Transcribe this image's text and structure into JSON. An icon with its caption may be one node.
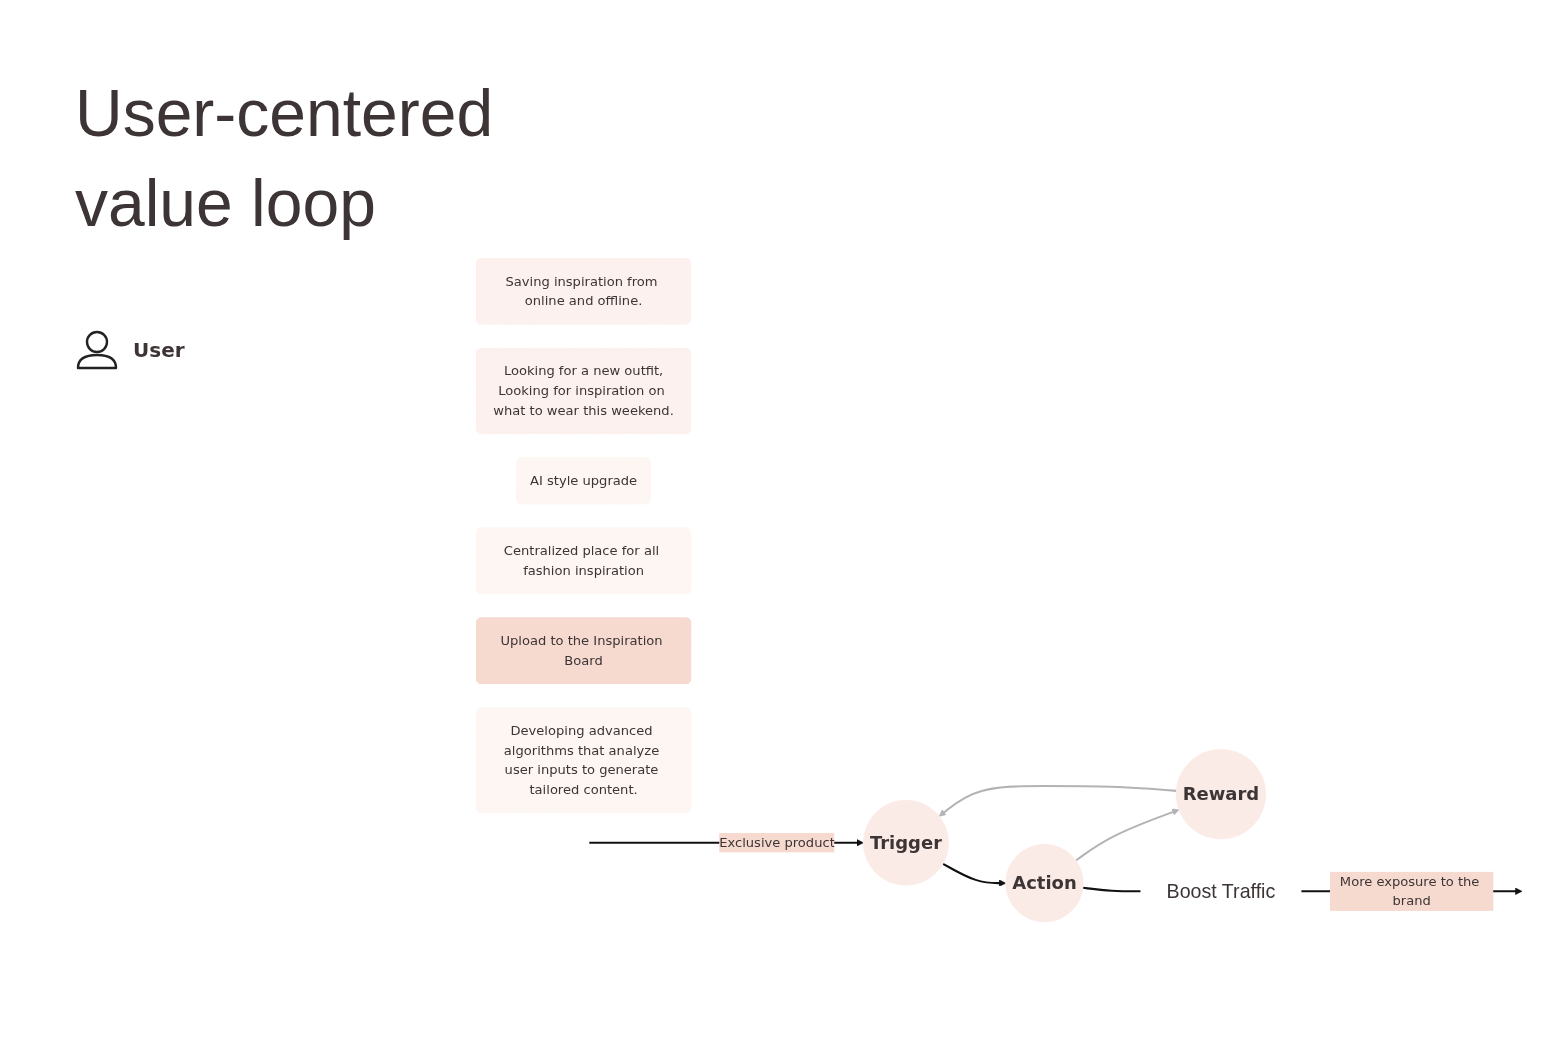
{
  "diagram": {
    "title": "User-centered value loop",
    "nodes": [
      {
        "text": [
          "Saving inspiration from online and offline."
        ]
      },
      {
        "text": [
          "Looking for a new outfit,",
          "Looking for inspiration on what to wear this weekend."
        ]
      },
      {
        "text": [
          "Trigger"
        ]
      },
      {
        "text": [
          "AI style upgrade"
        ]
      },
      {
        "text": [
          "Centralized place for all fashion inspiration"
        ]
      },
      {
        "text": [
          "Reward"
        ]
      },
      {
        "text": [
          "Action"
        ]
      },
      {
        "text": [
          "Upload to the Inspiration Board"
        ]
      },
      {
        "text": [
          "Developing advanced algorithms that analyze user inputs to generate tailored content."
        ]
      },
      {
        "text": [
          "Boost Traffic"
        ]
      }
    ],
    "edges": [
      {
        "from": null,
        "to": 2,
        "arrow": "to",
        "label": "Exclusive product"
      },
      {
        "from": 2,
        "to": 6,
        "arrow": "to"
      },
      {
        "from": 6,
        "to": 5,
        "arrow": "to",
        "color": "#b3b3b3"
      },
      {
        "from": 5,
        "to": 2,
        "arrow": "to",
        "color": "#b3b3b3"
      },
      {
        "from": 6,
        "to": 9,
        "arrow": "none"
      },
      {
        "from": 9,
        "to": null,
        "arrow": "to",
        "label": "More exposure to the brand"
      }
    ],
    "labels": [
      "User"
    ]
  }
}
